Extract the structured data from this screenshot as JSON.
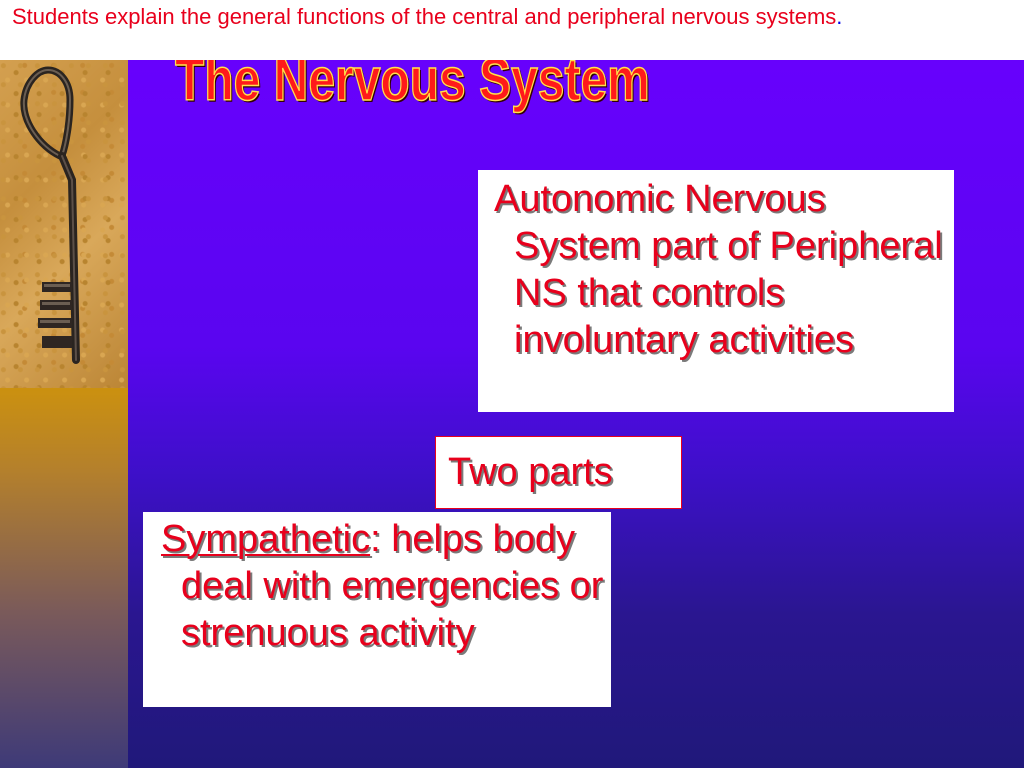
{
  "objective": {
    "text": "Students explain the general functions of the central and peripheral nervous systems",
    "period": "."
  },
  "slide": {
    "title": "The Nervous System",
    "autonomic_box": {
      "text": "Autonomic Nervous System part of Peripheral NS that controls involuntary activities"
    },
    "two_parts_box": {
      "text": "Two parts"
    },
    "sympathetic_box": {
      "term": "Sympathetic",
      "text": ": helps body deal with emergencies or strenuous activity"
    }
  },
  "colors": {
    "background_top": "#6a00ff",
    "background_bottom": "#20187a",
    "accent_red": "#e8001c",
    "title_outline": "#ffe04a",
    "left_strip": "#e0a400"
  },
  "icons": {
    "key_image": "key-icon"
  }
}
